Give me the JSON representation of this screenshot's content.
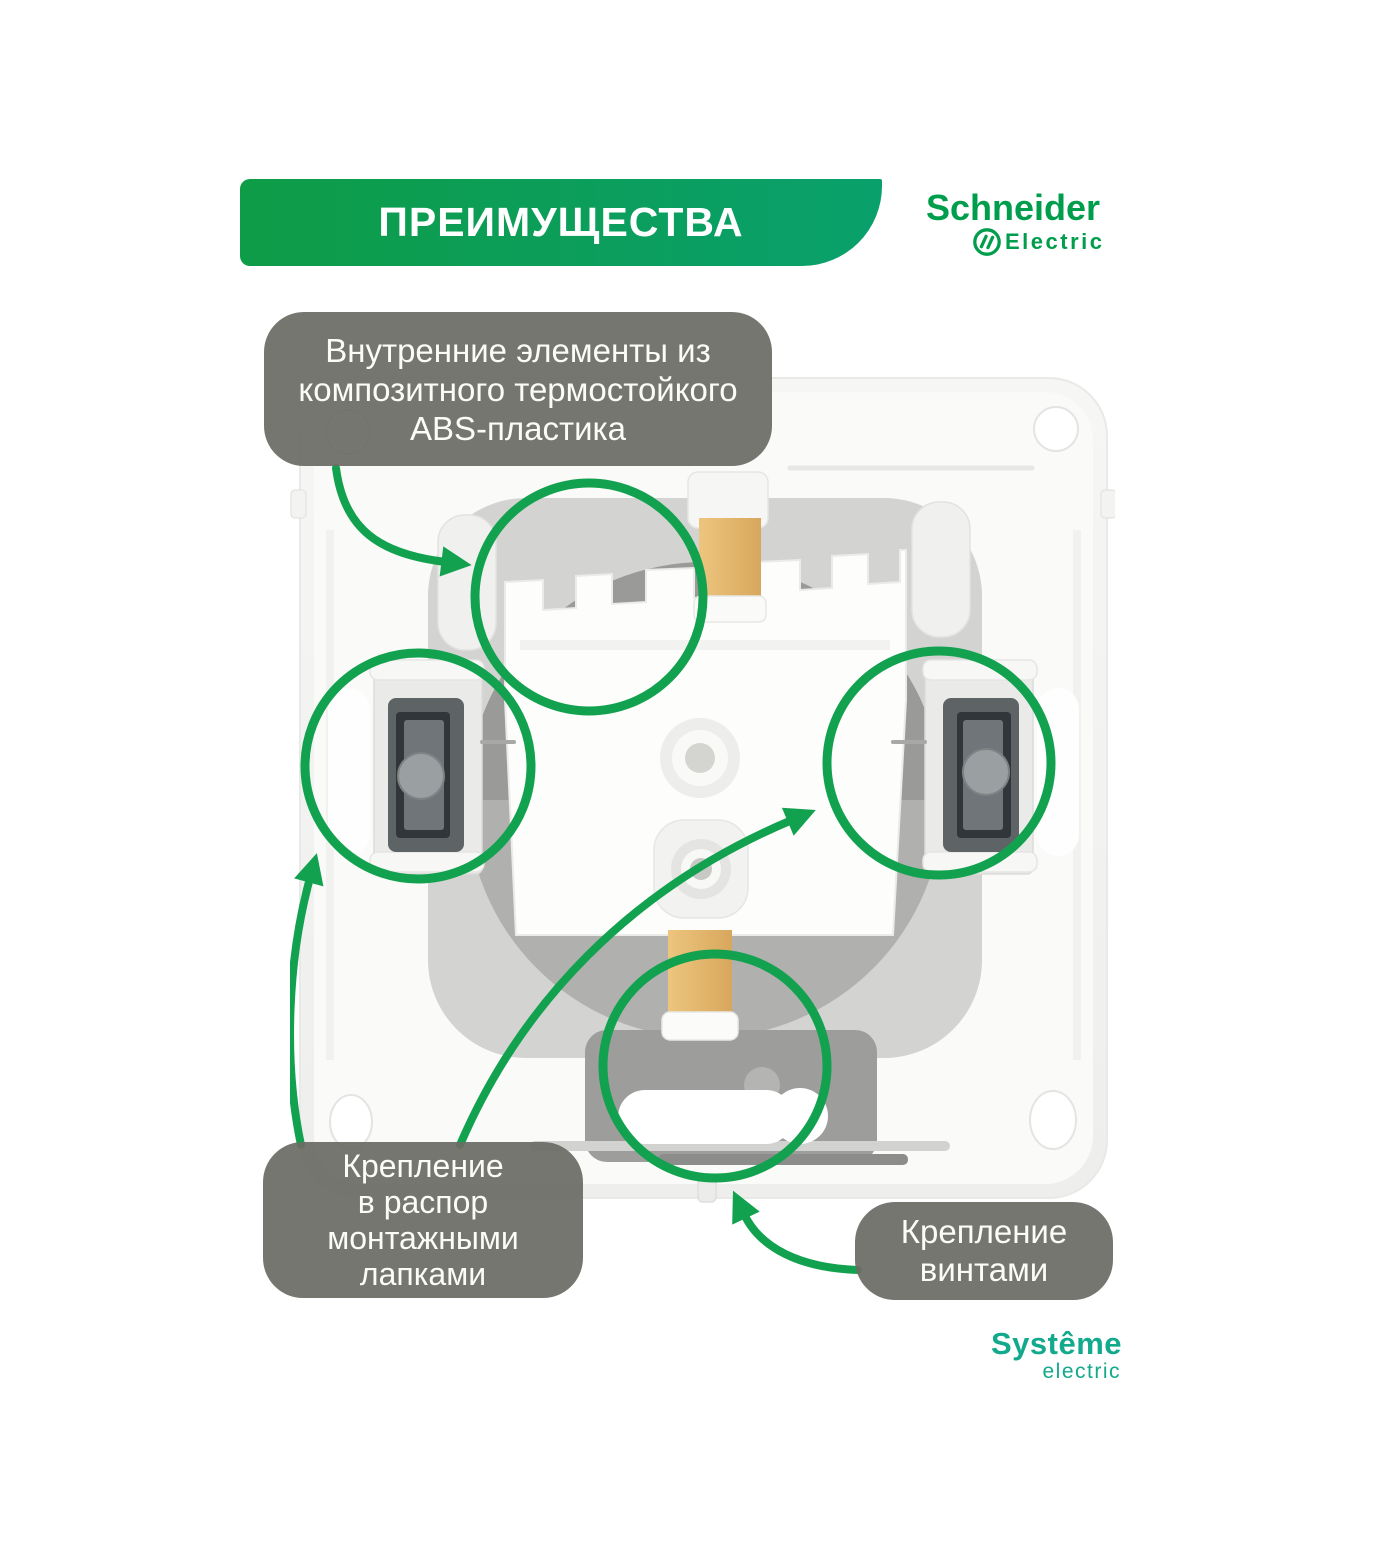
{
  "banner": {
    "title": "ПРЕИМУЩЕСТВА"
  },
  "brand": {
    "schneider": {
      "line1": "Schneider",
      "line2": "Electric"
    },
    "systeme": {
      "line1": "Systême",
      "line2": "electric"
    }
  },
  "callouts": [
    {
      "id": "abs-plastic",
      "lines": [
        "Внутренние элементы из",
        "композитного термостойкого",
        "ABS-пластика"
      ]
    },
    {
      "id": "mounting-claws",
      "lines": [
        "Крепление",
        "в распор",
        "монтажными",
        "лапками"
      ]
    },
    {
      "id": "screws",
      "lines": [
        "Крепление",
        "винтами"
      ]
    }
  ],
  "colors": {
    "green": "#12a24f",
    "bubbleBg": "rgba(108,108,101,0.93)",
    "bannerL": "#0e9c47",
    "bannerR": "#09a06c",
    "schneider": "#009e4c",
    "systeme": "#12a98c"
  }
}
